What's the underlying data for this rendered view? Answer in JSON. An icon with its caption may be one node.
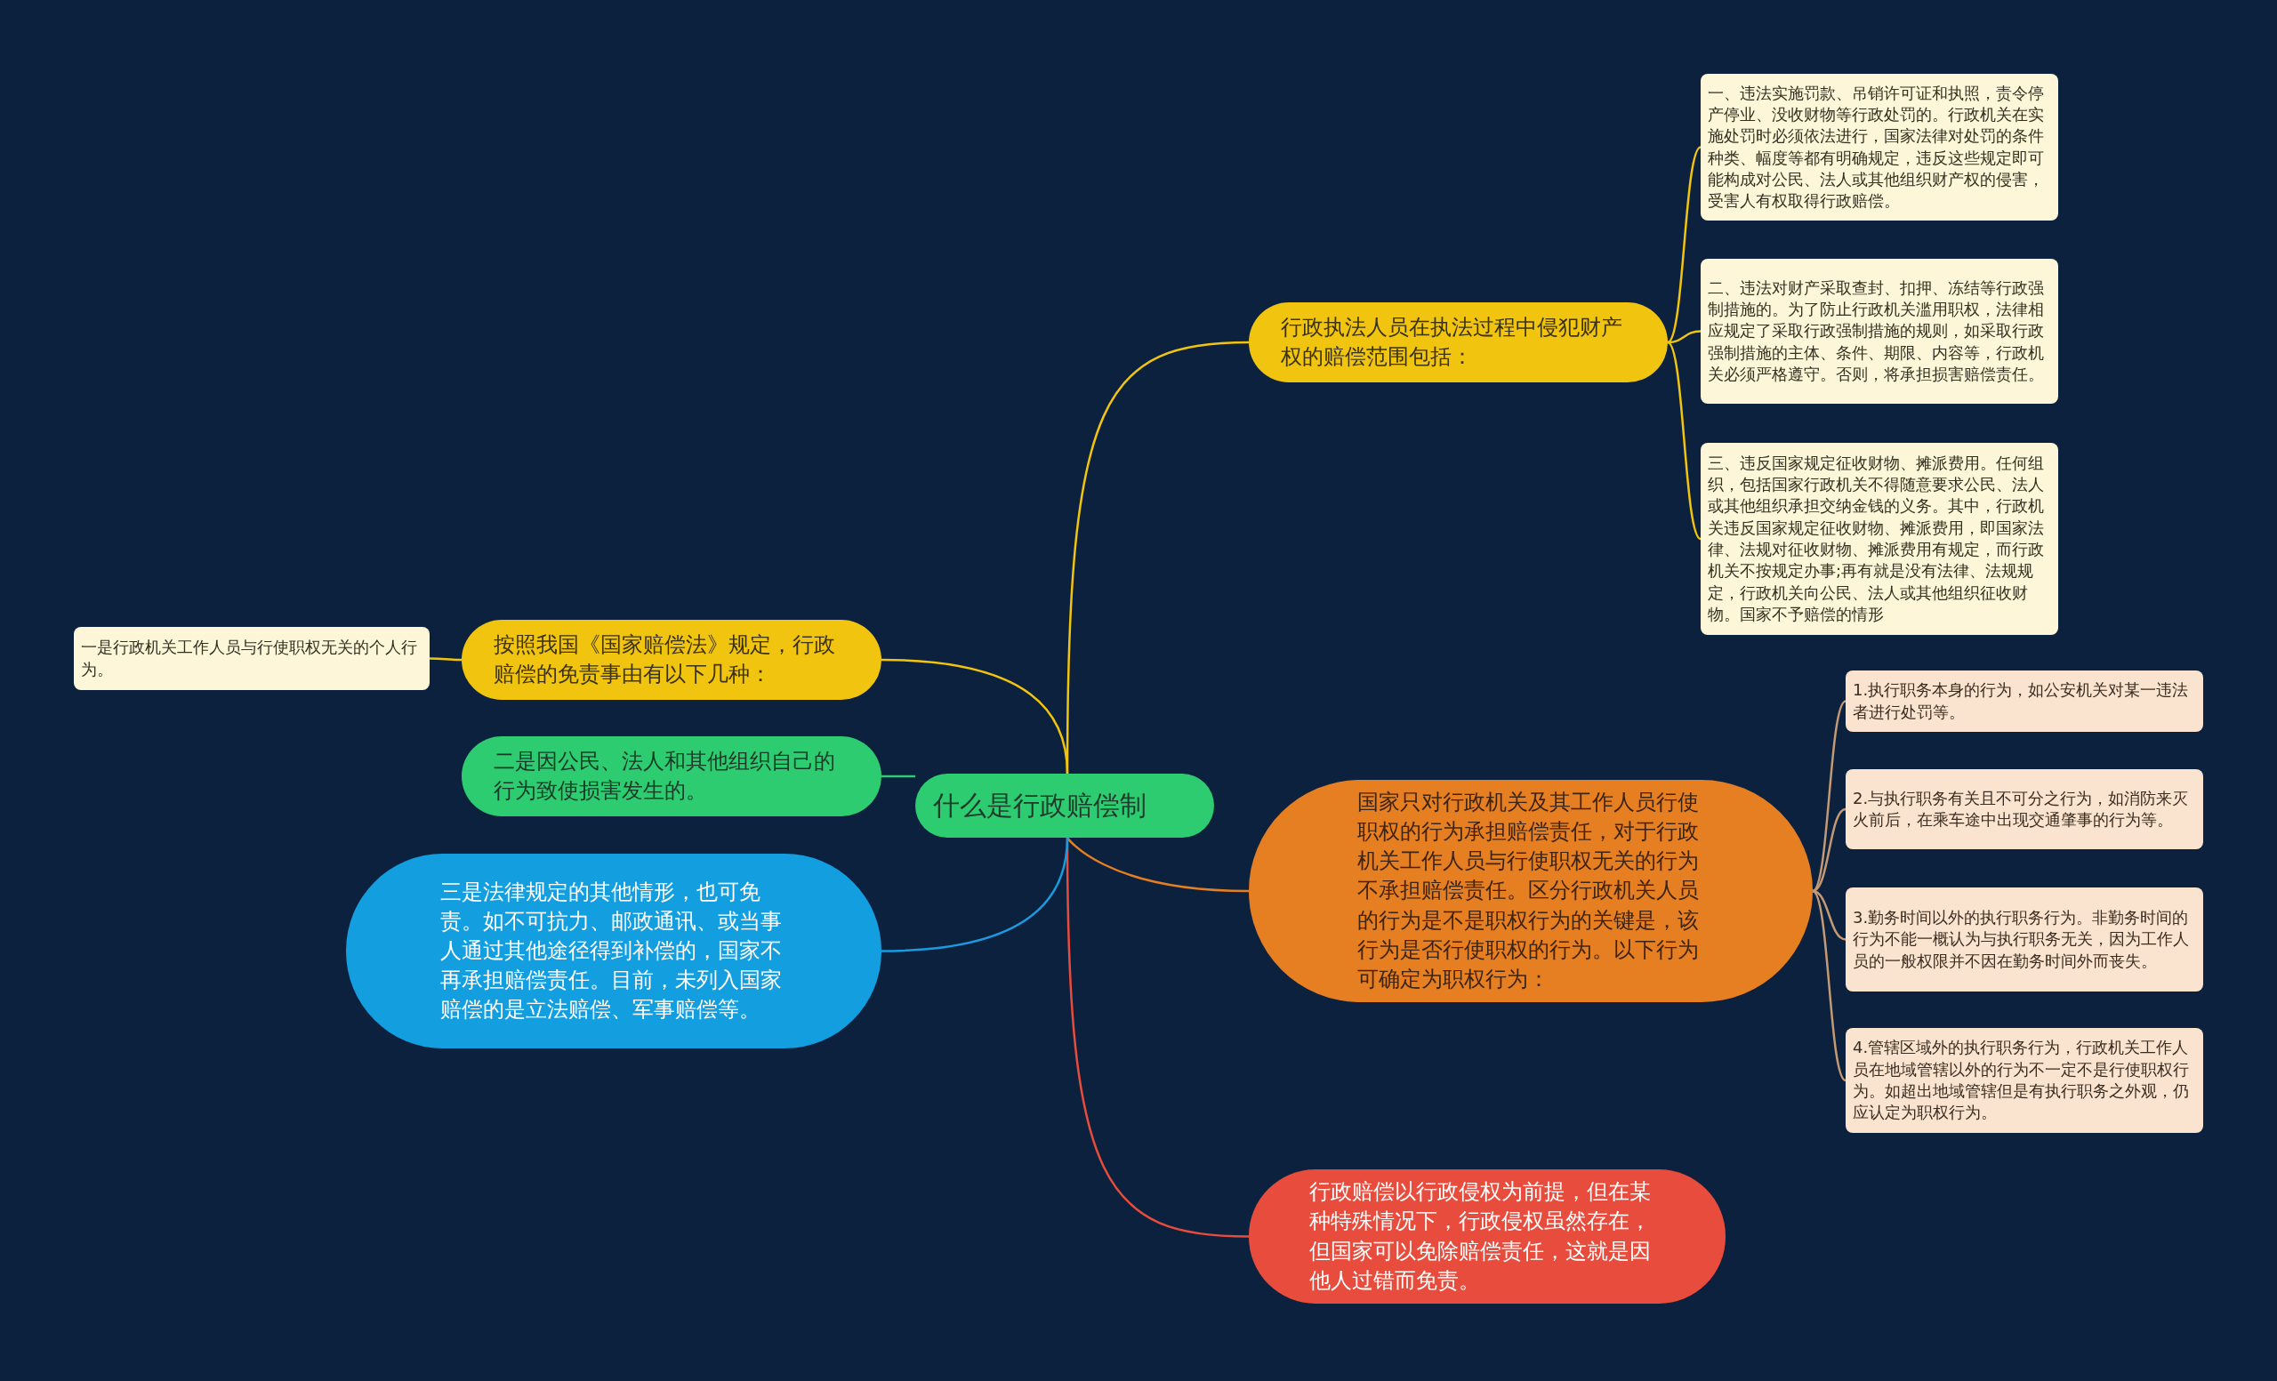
{
  "diagram": {
    "nodes": [
      {
        "text": [
          "什么是行政赔偿制"
        ]
      },
      {
        "text": [
          "行政执法人员在执法过程中侵犯财产权的赔偿范围包括："
        ]
      },
      {
        "text": [
          "一、违法实施罚款、吊销许可证和执照，责令停产停业、没收财物等行政处罚的。行政机关在实施处罚时必须依法进行，国家法律对处罚的条件种类、幅度等都有明确规定，违反这些规定即可能构成对公民、法人或其他组织财产权的侵害，受害人有权取得行政赔偿。"
        ]
      },
      {
        "text": [
          "二、违法对财产采取查封、扣押、冻结等行政强制措施的。为了防止行政机关滥用职权，法律相应规定了采取行政强制措施的规则，如采取行政强制措施的主体、条件、期限、内容等，行政机关必须严格遵守。否则，将承担损害赔偿责任。"
        ]
      },
      {
        "text": [
          "三、违反国家规定征收财物、摊派费用。任何组织，包括国家行政机关不得随意要求公民、法人或其他组织承担交纳金钱的义务。其中，行政机关违反国家规定征收财物、摊派费用，即国家法律、法规对征收财物、摊派费用有规定，而行政机关不按规定办事;再有就是没有法律、法规规定，行政机关向公民、法人或其他组织征收财物。国家不予赔偿的情形"
        ]
      },
      {
        "text": [
          "国家只对行政机关及其工作人员行使职权的行为承担赔偿责任，对于行政机关工作人员与行使职权无关的行为不承担赔偿责任。区分行政机关人员的行为是不是职权行为的关键是，该行为是否行使职权的行为。以下行为可确定为职权行为："
        ]
      },
      {
        "text": [
          "1.执行职务本身的行为，如公安机关对某一违法者进行处罚等。"
        ]
      },
      {
        "text": [
          "2.与执行职务有关且不可分之行为，如消防来灭火前后，在乘车途中出现交通肇事的行为等。"
        ]
      },
      {
        "text": [
          "3.勤务时间以外的执行职务行为。非勤务时间的行为不能一概认为与执行职务无关，因为工作人员的一般权限并不因在勤务时间外而丧失。"
        ]
      },
      {
        "text": [
          "4.管辖区域外的执行职务行为，行政机关工作人员在地域管辖以外的行为不一定不是行使职权行为。如超出地域管辖但是有执行职务之外观，仍应认定为职权行为。"
        ]
      },
      {
        "text": [
          "行政赔偿以行政侵权为前提，但在某种特殊情况下，行政侵权虽然存在，但国家可以免除赔偿责任，这就是因他人过错而免责。"
        ]
      },
      {
        "text": [
          "按照我国《国家赔偿法》规定，行政赔偿的免责事由有以下几种："
        ]
      },
      {
        "text": [
          "一是行政机关工作人员与行使职权无关的个人行为。"
        ]
      },
      {
        "text": [
          "二是因公民、法人和其他组织自己的行为致使损害发生的。"
        ]
      },
      {
        "text": [
          "三是法律规定的其他情形，也可免责。如不可抗力、邮政通讯、或当事人通过其他途径得到补偿的，国家不再承担赔偿责任。目前，未列入国家赔偿的是立法赔偿、军事赔偿等。"
        ]
      }
    ],
    "edges": [
      {
        "from": 0,
        "to": 1,
        "arrow": "none",
        "color": "#f1c40f"
      },
      {
        "from": 1,
        "to": 2,
        "arrow": "none",
        "color": "#f1c40f"
      },
      {
        "from": 1,
        "to": 3,
        "arrow": "none",
        "color": "#f1c40f"
      },
      {
        "from": 1,
        "to": 4,
        "arrow": "none",
        "color": "#f1c40f"
      },
      {
        "from": 0,
        "to": 5,
        "arrow": "none",
        "color": "#e67e22"
      },
      {
        "from": 5,
        "to": 6,
        "arrow": "none",
        "color": "#c49a74"
      },
      {
        "from": 5,
        "to": 7,
        "arrow": "none",
        "color": "#c49a74"
      },
      {
        "from": 5,
        "to": 8,
        "arrow": "none",
        "color": "#c49a74"
      },
      {
        "from": 5,
        "to": 9,
        "arrow": "none",
        "color": "#c49a74"
      },
      {
        "from": 0,
        "to": 10,
        "arrow": "none",
        "color": "#e74c3c"
      },
      {
        "from": 0,
        "to": 11,
        "arrow": "none",
        "color": "#f1c40f"
      },
      {
        "from": 11,
        "to": 12,
        "arrow": "none",
        "color": "#f1c40f"
      },
      {
        "from": 0,
        "to": 13,
        "arrow": "none",
        "color": "#2ecc71"
      },
      {
        "from": 0,
        "to": 14,
        "arrow": "none",
        "color": "#1a9be0"
      }
    ]
  }
}
